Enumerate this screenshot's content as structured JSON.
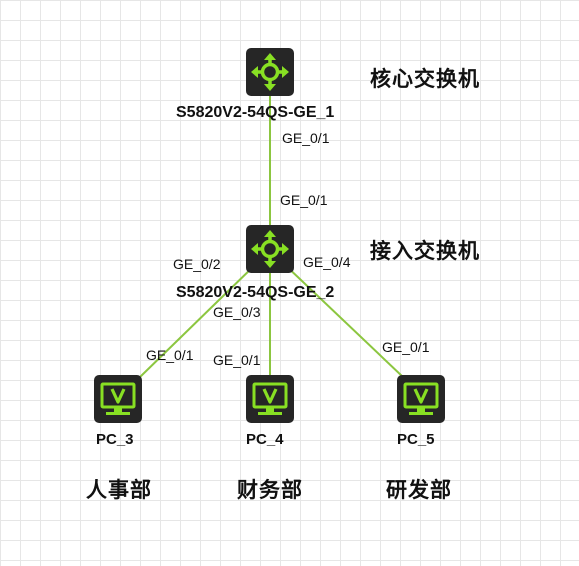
{
  "devices": {
    "core": {
      "name": "S5820V2-54QS-GE_1",
      "role": "核心交换机",
      "icon": "switch-icon"
    },
    "access": {
      "name": "S5820V2-54QS-GE_2",
      "role": "接入交换机",
      "icon": "switch-icon"
    }
  },
  "pcs": [
    {
      "name": "PC_3",
      "dept": "人事部",
      "icon": "pc-monitor-icon",
      "port": "GE_0/1"
    },
    {
      "name": "PC_4",
      "dept": "财务部",
      "icon": "pc-monitor-icon",
      "port": "GE_0/1"
    },
    {
      "name": "PC_5",
      "dept": "研发部",
      "icon": "pc-monitor-icon",
      "port": "GE_0/1"
    }
  ],
  "links": {
    "core_access": {
      "core_port": "GE_0/1",
      "access_port": "GE_0/1"
    },
    "access_pc3_port": "GE_0/2",
    "access_pc4_port": "GE_0/3",
    "access_pc5_port": "GE_0/4"
  },
  "colors": {
    "link": "#8cc640",
    "icon_bg": "#262626",
    "icon_accent": "#88e023"
  }
}
